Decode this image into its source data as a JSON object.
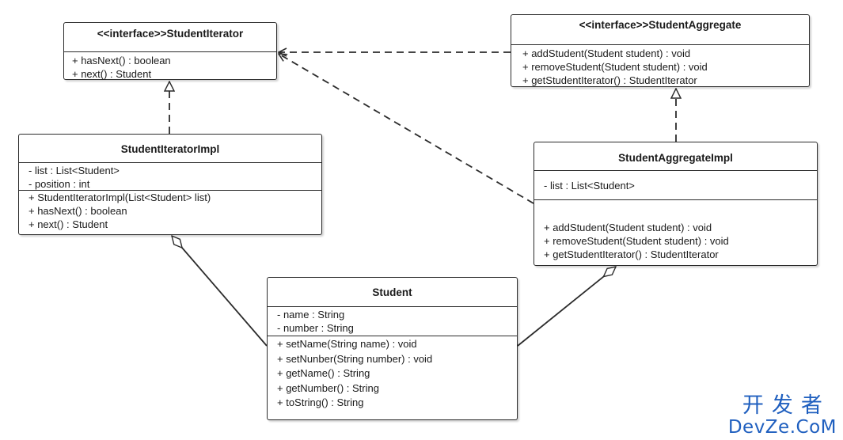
{
  "classes": {
    "student_iterator": {
      "title": "<<interface>>StudentIterator",
      "methods": [
        "+ hasNext()   : boolean",
        "+ next() : Student"
      ]
    },
    "student_aggregate": {
      "title": "<<interface>>StudentAggregate",
      "methods": [
        "+ addStudent(Student student) : void",
        "+ removeStudent(Student student) : void",
        "+ getStudentIterator() : StudentIterator"
      ]
    },
    "student_iterator_impl": {
      "title": "StudentIteratorImpl",
      "fields": [
        "- list : List<Student>",
        "- position : int"
      ],
      "methods": [
        "+ StudentIteratorImpl(List<Student> list)",
        "+ hasNext()   : boolean",
        "+ next() : Student"
      ]
    },
    "student_aggregate_impl": {
      "title": "StudentAggregateImpl",
      "fields": [
        "- list : List<Student>"
      ],
      "methods": [
        "+ addStudent(Student student) : void",
        "+ removeStudent(Student student) : void",
        "+ getStudentIterator() : StudentIterator"
      ]
    },
    "student": {
      "title": "Student",
      "fields": [
        "- name : String",
        "- number : String"
      ],
      "methods": [
        "+ setName(String name) : void",
        "+ setNunber(String number) : void",
        "+ getName() : String",
        "+ getNumber() : String",
        "+ toString() : String"
      ]
    }
  },
  "relationships": [
    {
      "type": "realization",
      "from": "StudentIteratorImpl",
      "to": "StudentIterator"
    },
    {
      "type": "realization",
      "from": "StudentAggregateImpl",
      "to": "StudentAggregate"
    },
    {
      "type": "dependency",
      "from": "StudentAggregate",
      "to": "StudentIterator"
    },
    {
      "type": "dependency",
      "from": "StudentAggregateImpl",
      "to": "StudentIterator"
    },
    {
      "type": "aggregation",
      "from": "StudentIteratorImpl",
      "to": "Student"
    },
    {
      "type": "aggregation",
      "from": "StudentAggregateImpl",
      "to": "Student"
    }
  ],
  "watermark": {
    "top": "开发者",
    "bottom": "DevZe.CoM",
    "color": "#1f5fbf"
  }
}
